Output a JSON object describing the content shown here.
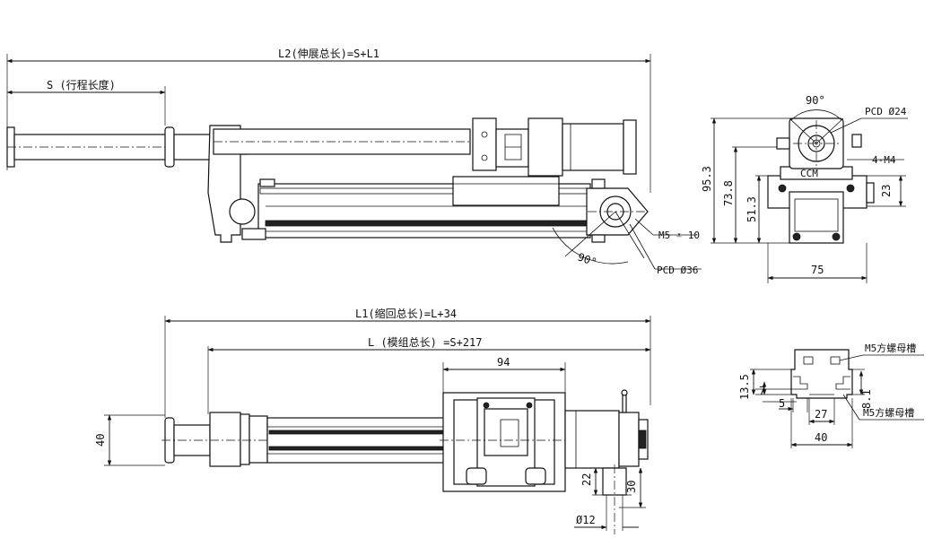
{
  "dims": {
    "l2": "L2(伸展总长)=S+L1",
    "s": "S (行程长度)",
    "deg_top": "90°",
    "pcd24": "PCD Ø24",
    "m4": "4-M4",
    "h953": "95.3",
    "h738": "73.8",
    "h513": "51.3",
    "h23": "23",
    "w75": "75",
    "m5depth": "M5 ⩡ 10",
    "deg_side": "90°",
    "pcd36": "PCD Ø36",
    "l1": "L1(缩回总长)=L+34",
    "l": "L (模组总长) =S+217",
    "w94": "94",
    "h40": "40",
    "d22": "22",
    "d30": "30",
    "dia12": "Ø12",
    "p135": "13.5",
    "p7": "7",
    "p5": "5",
    "p27": "27",
    "p81": "8.1",
    "p40": "40",
    "nut_top": "M5方螺母槽",
    "nut_bottom": "M5方螺母槽"
  }
}
